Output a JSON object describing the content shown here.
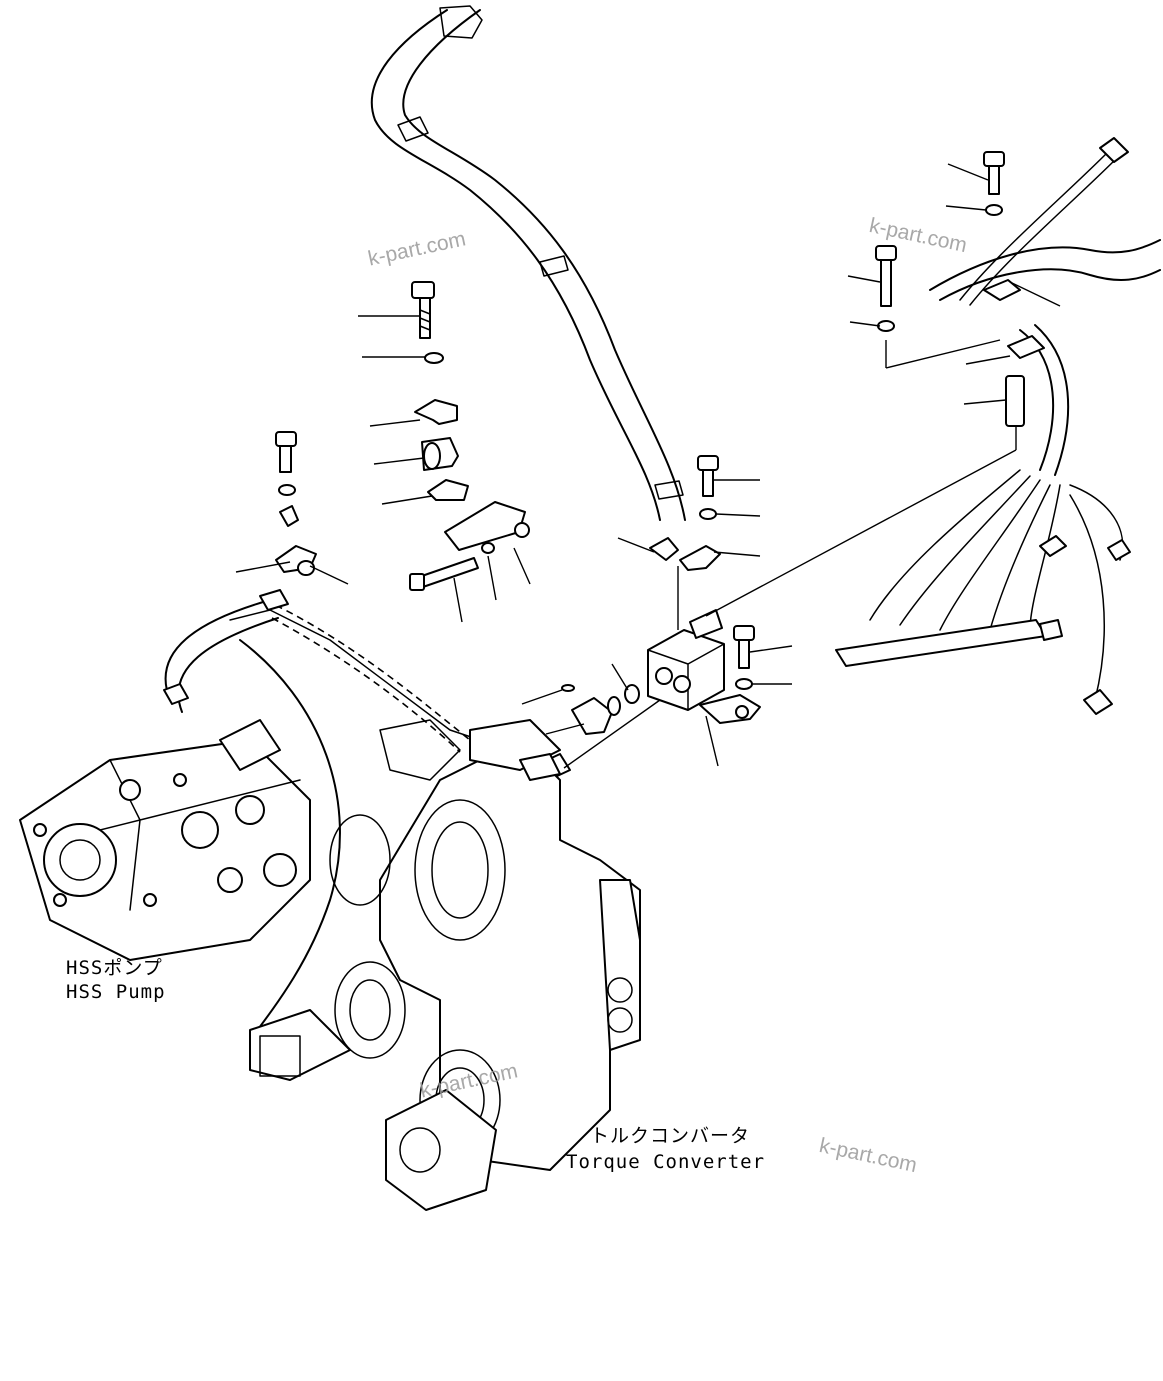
{
  "labels": {
    "hss_pump_jp": "HSSポンプ",
    "hss_pump_en": "HSS Pump",
    "torque_converter_jp": "トルクコンバータ",
    "torque_converter_en": "Torque Converter"
  },
  "watermark": "k-part.com",
  "colors": {
    "line": "#000000",
    "background": "#ffffff",
    "watermark": "#9a9a9a"
  }
}
